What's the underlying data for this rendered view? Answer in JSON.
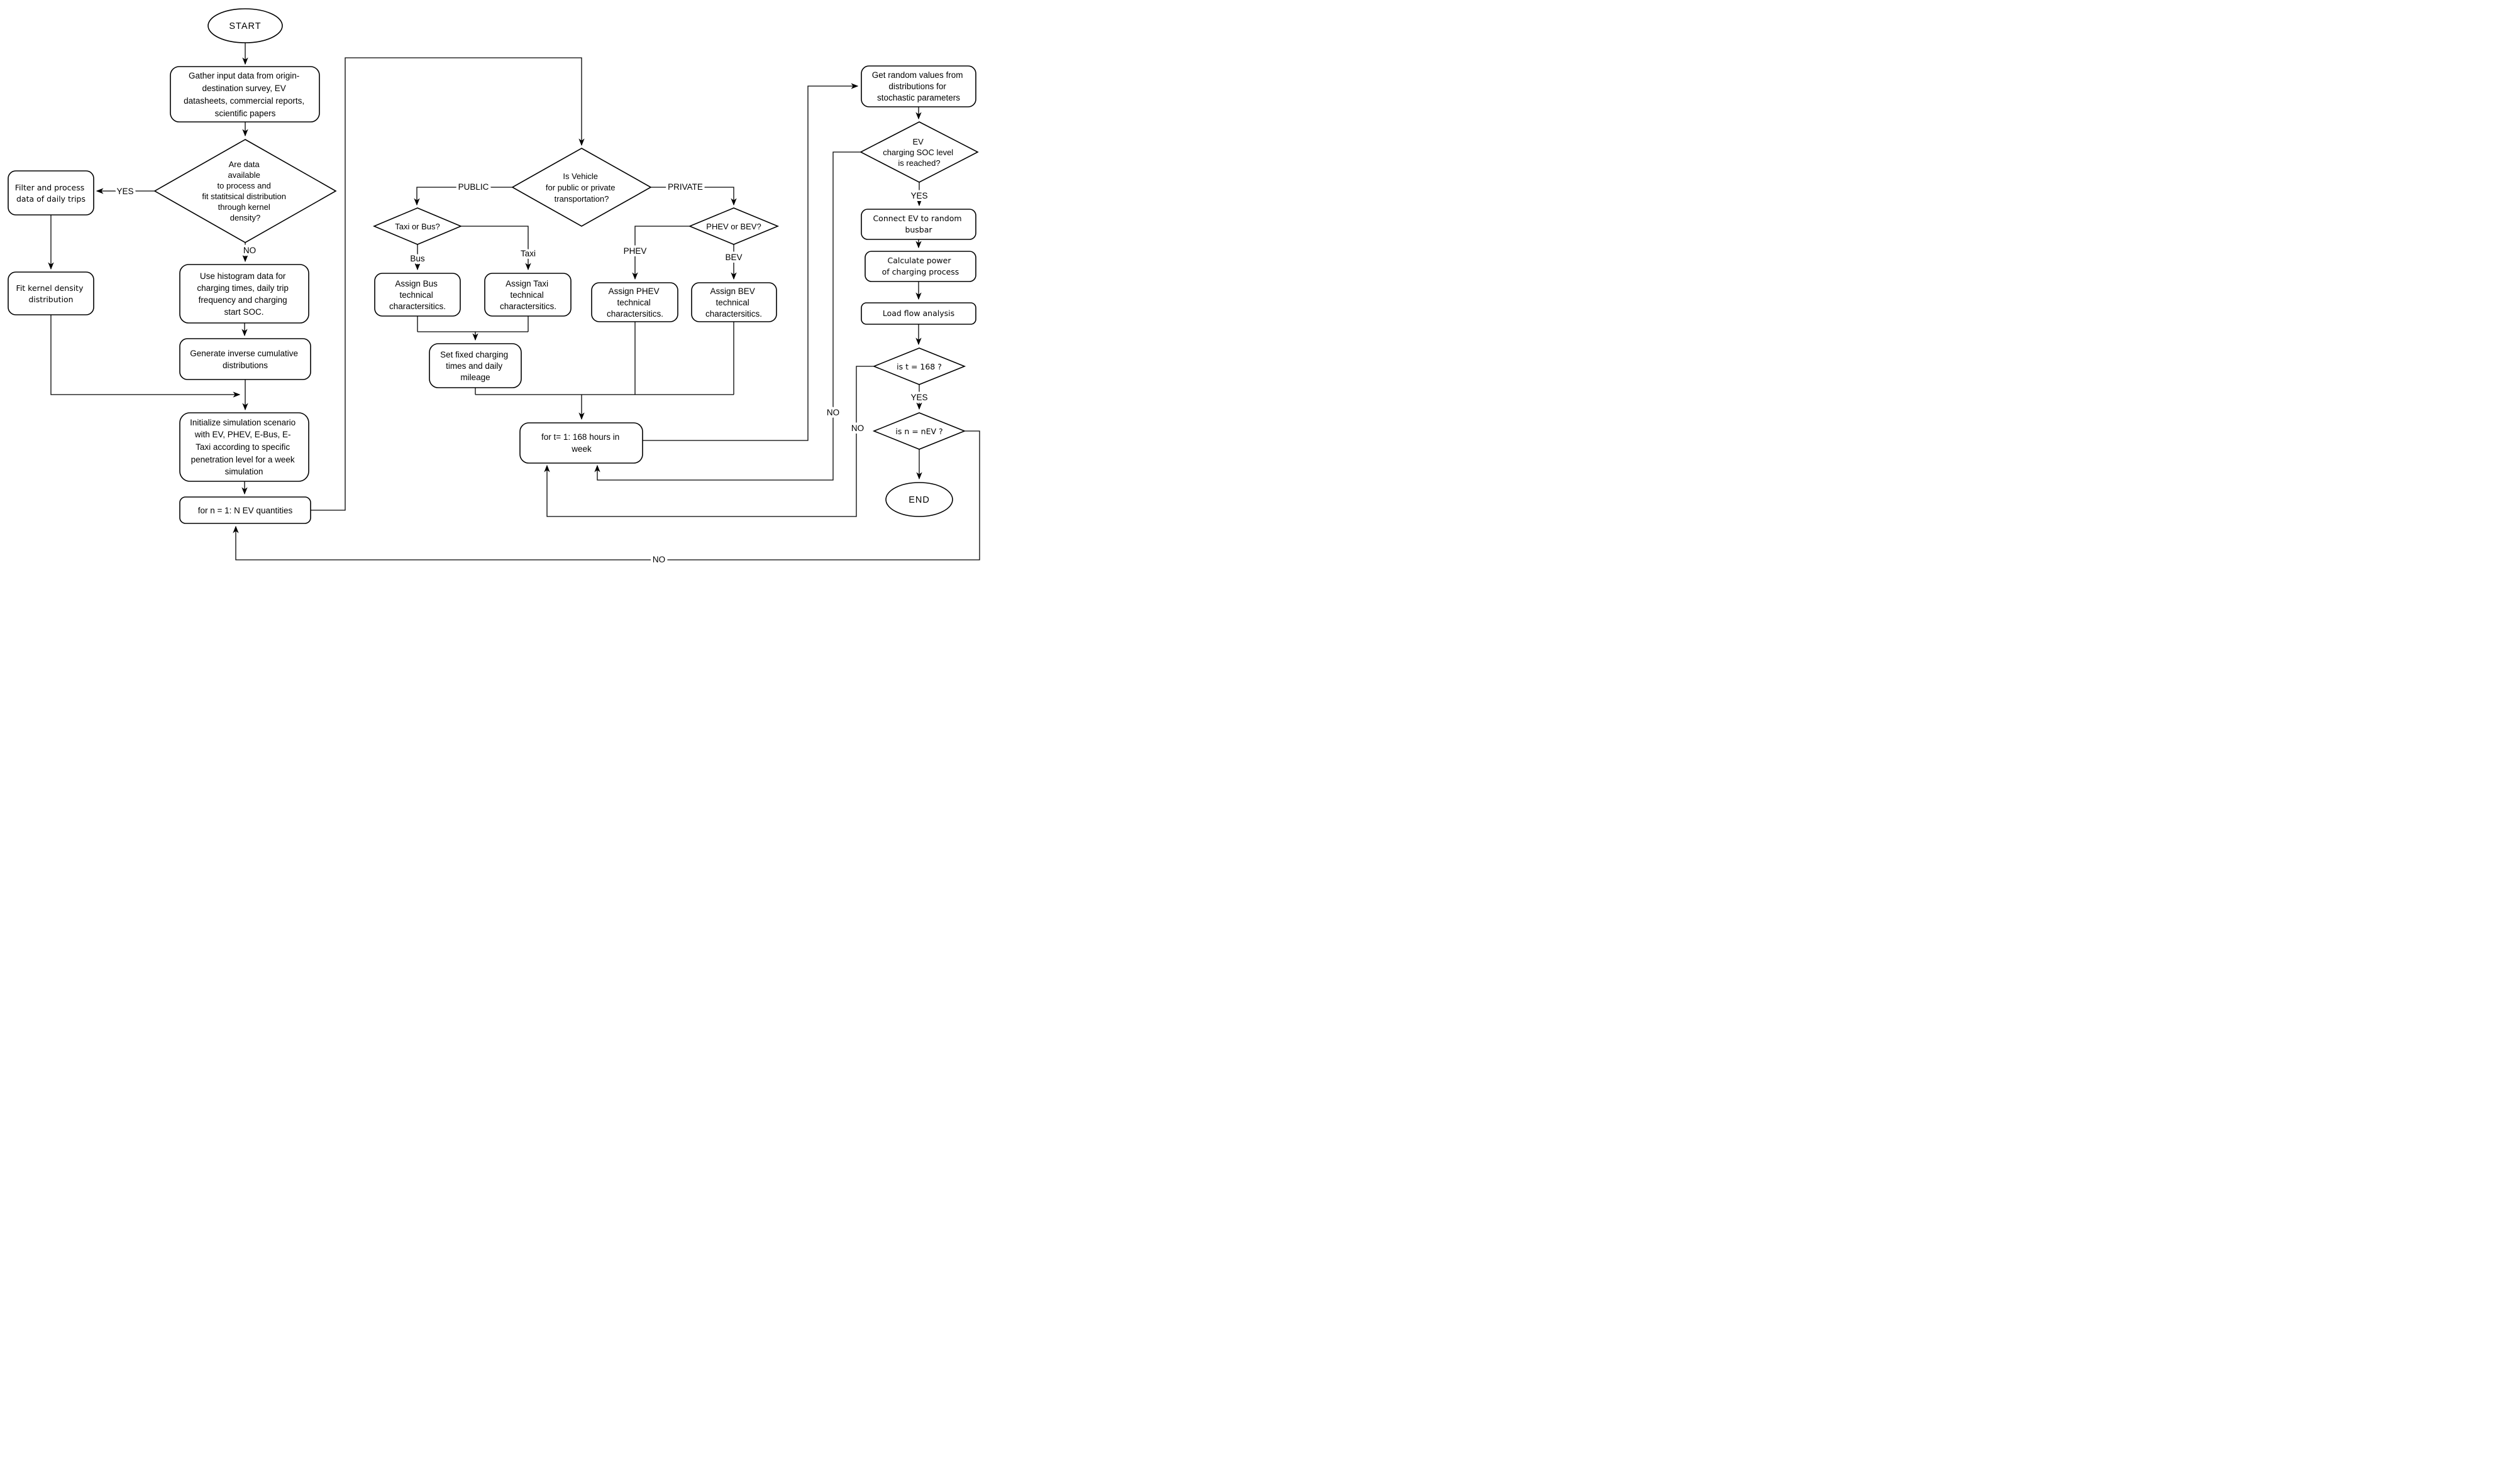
{
  "nodes": {
    "start": {
      "label": "START"
    },
    "gather": {
      "lines": [
        "Gather input data from origin-",
        "destination survey, EV",
        "datasheets, commercial reports,",
        "scientific papers"
      ]
    },
    "data_available_decision": {
      "lines": [
        "Are data",
        "available",
        "to process and",
        "fit statitsical distribution",
        "through kernel",
        "density?"
      ]
    },
    "filter_process": {
      "lines": [
        "Filter and process",
        "data of daily trips"
      ]
    },
    "fit_kernel": {
      "lines": [
        "Fit kernel density",
        "distribution"
      ]
    },
    "use_histogram": {
      "lines": [
        "Use histogram data for",
        "charging times, daily trip",
        "frequency and charging",
        "start SOC."
      ]
    },
    "generate_inverse": {
      "lines": [
        "Generate inverse cumulative",
        "distributions"
      ]
    },
    "initialize_scenario": {
      "lines": [
        "Initialize simulation scenario",
        "with EV, PHEV, E-Bus, E-",
        "Taxi according to specific",
        "penetration level for a week",
        "simulation"
      ]
    },
    "for_n_loop": {
      "label": "for n = 1: N EV quantities"
    },
    "vehicle_type_decision": {
      "lines": [
        "Is Vehicle",
        "for public or private",
        "transportation?"
      ]
    },
    "taxi_or_bus_decision": {
      "label": "Taxi or Bus?"
    },
    "phev_or_bev_decision": {
      "label": "PHEV or BEV?"
    },
    "assign_bus": {
      "lines": [
        "Assign Bus",
        "technical",
        "charactersitics."
      ]
    },
    "assign_taxi": {
      "lines": [
        "Assign Taxi",
        "technical",
        "charactersitics."
      ]
    },
    "assign_phev": {
      "lines": [
        "Assign PHEV",
        "technical",
        "charactersitics."
      ]
    },
    "assign_bev": {
      "lines": [
        "Assign BEV",
        "technical",
        "charactersitics."
      ]
    },
    "set_fixed_charging": {
      "lines": [
        "Set fixed charging",
        "times and daily",
        "mileage"
      ]
    },
    "for_t_loop": {
      "lines": [
        "for t= 1: 168 hours in",
        "week"
      ]
    },
    "get_random_values": {
      "lines": [
        "Get random values from",
        "distributions for",
        "stochastic parameters"
      ]
    },
    "soc_reached_decision": {
      "lines": [
        "EV",
        "charging SOC level",
        "is reached?"
      ]
    },
    "connect_ev": {
      "lines": [
        "Connect EV to random",
        "busbar"
      ]
    },
    "calculate_power": {
      "lines": [
        "Calculate power",
        "of charging process"
      ]
    },
    "load_flow": {
      "label": "Load flow analysis"
    },
    "t_168_decision": {
      "label": "is t = 168 ?"
    },
    "n_nev_decision": {
      "label": "is  n = nEV ?"
    },
    "end": {
      "label": "END"
    }
  },
  "edge_labels": {
    "yes_data": "YES",
    "no_data": "NO",
    "public": "PUBLIC",
    "private": "PRIVATE",
    "bus": "Bus",
    "taxi": "Taxi",
    "phev": "PHEV",
    "bev": "BEV",
    "yes_soc": "YES",
    "yes_t": "YES",
    "no_soc": "NO",
    "no_t": "NO",
    "no_n": "NO"
  },
  "colors": {
    "line": "#000000",
    "background": "#ffffff",
    "node_fill": "#ffffff"
  }
}
